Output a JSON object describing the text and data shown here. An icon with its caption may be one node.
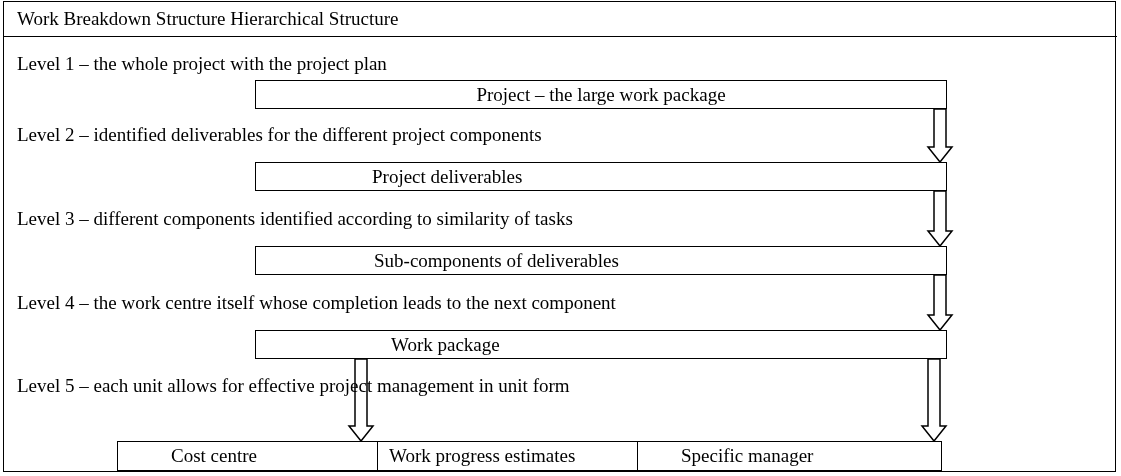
{
  "diagram": {
    "title": "Work Breakdown Structure Hierarchical Structure",
    "nodes": [
      {
        "text": [
          "Project – the large work package"
        ]
      },
      {
        "text": [
          "Project deliverables"
        ]
      },
      {
        "text": [
          "Sub-components of deliverables"
        ]
      },
      {
        "text": [
          "Work package"
        ]
      },
      {
        "text": [
          "Cost centre"
        ]
      },
      {
        "text": [
          "Work progress estimates"
        ]
      },
      {
        "text": [
          "Specific manager"
        ]
      }
    ],
    "edges": [
      {
        "from": 0,
        "to": 1,
        "arrow": "to"
      },
      {
        "from": 1,
        "to": 2,
        "arrow": "to"
      },
      {
        "from": 2,
        "to": 3,
        "arrow": "to"
      },
      {
        "from": 3,
        "to": 4,
        "arrow": "to"
      },
      {
        "from": 3,
        "to": 6,
        "arrow": "to"
      }
    ],
    "labels": [
      "Level 1 – the whole project with the project plan",
      "Level 2 – identified deliverables for the different project components",
      "Level 3 – different components identified according to similarity of tasks",
      "Level 4 – the work centre itself whose completion leads to the next component",
      "Level 5 – each unit allows for effective project management in unit form"
    ]
  }
}
